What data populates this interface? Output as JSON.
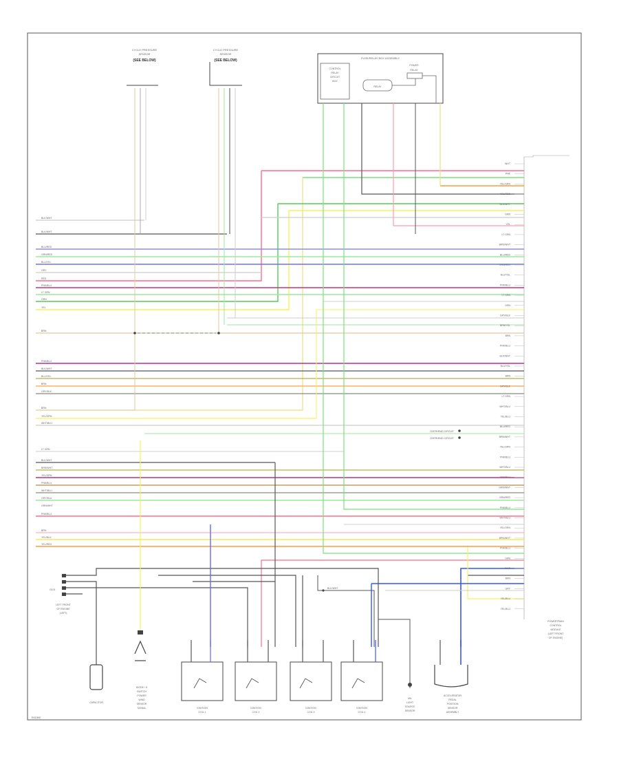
{
  "sensors": {
    "left": {
      "line1": "CYCLE PRESSURE",
      "line2": "SENSOR",
      "line3": "(SEE BELOW)"
    },
    "right": {
      "line1": "CYCLE PRESSURE",
      "line2": "SENSOR",
      "line3": "(SEE BELOW)"
    }
  },
  "assembly": {
    "title": "FUSE/RELAY BOX ASSEMBLY",
    "left_block": [
      "CONTROL",
      "RELAY",
      "CIRCUIT",
      "BOX"
    ],
    "relay_label": "POWER",
    "relay_sub": "RELAY",
    "center_label": "RELAY"
  },
  "bottom_components": {
    "capacitor": [
      "CAPACITOR"
    ],
    "switch": [
      "DIODE / S",
      "SWITCH",
      "POWER",
      "WIND",
      "SENSOR",
      "SIGNAL"
    ],
    "ignition1": [
      "IGNITION",
      "COIL 1"
    ],
    "ignition2": [
      "IGNITION",
      "COIL 2"
    ],
    "ignition3": [
      "IGNITION",
      "COIL 3"
    ],
    "ignition4": [
      "IGNITION",
      "COIL 4"
    ],
    "light": [
      "MIL",
      "LIGHT",
      "SOURCE",
      "SENSOR"
    ],
    "module": [
      "ACCELERATOR",
      "PEDAL",
      "POSITION",
      "SENSOR",
      "ASSEMBLY"
    ],
    "ground_box": [
      "LEFT FRONT",
      "OF ENGINE",
      "(LEFT)"
    ],
    "right_module": [
      "POWERTRAIN",
      "CONTROL",
      "MODULE",
      "(LEFT FRONT",
      "OF ENGINE)"
    ],
    "splice_label": "BLK/WHT",
    "ground_tag": "G101"
  },
  "side_notes": {
    "n1": "OVERHEAD CIRCUIT",
    "n2": "OVERHEAD CIRCUIT"
  },
  "wires": {
    "left_top": "BLK/WHT",
    "left_top2": "BLK/WHT",
    "left_rows": [
      "BLU/RED",
      "GRN/RED",
      "BLU/YEL",
      "GRY",
      "RED",
      "PNK/BLU",
      "LT GRN",
      "GRN",
      "YEL"
    ],
    "left_mid": "BRN",
    "left_rows2": [
      "PNK/BLU",
      "BLK/WHT",
      "BLU/YEL",
      "BRN",
      "GRY/BLK"
    ],
    "left_rows3": [
      "BRN",
      "YEL/GRN",
      "WHT/BLU"
    ],
    "left_single": "LT GRN",
    "left_rows4": [
      "BLK/WHT",
      "BRN/WHT",
      "YEL/GRN",
      "PNK/BLU",
      "WHT/BLU",
      "GRY/BLU",
      "GRN/WHT"
    ],
    "left_red": "PNK/BLU",
    "left_rows5": [
      "BRN",
      "YEL/BLU",
      "YEL/RED"
    ],
    "right_labels": [
      "WHT",
      "PNK",
      "YEL/GRN",
      "YEL/RED",
      "BLK/WHT",
      "GRN",
      "YEL",
      "LT GRN",
      "BRN/WHT",
      "BLU/RED",
      "GRN/RED",
      "BLU/YEL",
      "PNK/BLU",
      "LT GRN",
      "GRN",
      "GRY/BLK",
      "BRN/YEL",
      "BRN",
      "PNK/BLU",
      "BLK/WHT",
      "BLU/YEL",
      "BRN",
      "GRY/BLK",
      "LT GRN",
      "WHT/BLU",
      "YEL/BLU",
      "BLU/RED",
      "BRN/WHT",
      "YEL/GRN",
      "PNK/BLU",
      "WHT/BLU",
      "GRY/BLU",
      "GRN/WHT",
      "GRN/RED",
      "PNK/BLU",
      "WHT/BLU",
      "YEL/GRN",
      "BRN/WHT",
      "PNK/BLU",
      "GRN",
      "WHT",
      "BRN",
      "GRY",
      "YEL/BLU",
      "YEL/BLU"
    ]
  },
  "page_ref": "ENGINE"
}
